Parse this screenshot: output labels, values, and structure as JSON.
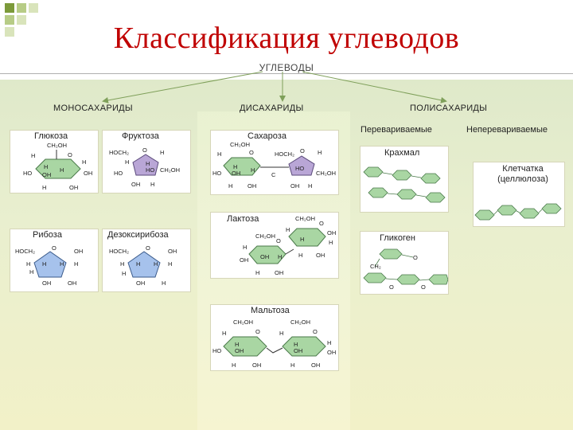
{
  "title": "Классификация углеводов",
  "root": "УГЛЕВОДЫ",
  "categories": {
    "mono": "МОНОСАХАРИДЫ",
    "di": "ДИСАХАРИДЫ",
    "poly": "ПОЛИСАХАРИДЫ"
  },
  "poly_groups": {
    "digestible": "Перевариваемые",
    "indigestible": "Неперевариваемые"
  },
  "mono": [
    {
      "name": "Глюкоза"
    },
    {
      "name": "Фруктоза"
    },
    {
      "name": "Рибоза"
    },
    {
      "name": "Дезоксирибоза"
    }
  ],
  "di": [
    {
      "name": "Сахароза"
    },
    {
      "name": "Лактоза"
    },
    {
      "name": "Мальтоза"
    }
  ],
  "poly": [
    {
      "name": "Крахмал"
    },
    {
      "name": "Гликоген"
    },
    {
      "name": "Клетчатка (целлюлоза)"
    }
  ],
  "colors": {
    "title": "#c00000",
    "green_ring": "#a9d6a3",
    "purple_ring": "#b9a6d6",
    "blue_ring": "#a6c2ec",
    "arrow": "#7fa05a"
  },
  "formula": {
    "ch2oh": "CH₂OH",
    "hoch2": "HOCH₂",
    "hoch2_low": "HOCH₂",
    "ch2oh_low": "CH₂OH",
    "h": "H",
    "oh": "OH",
    "ho": "HO",
    "o": "O",
    "c": "C",
    "ch2": "CH₂"
  }
}
